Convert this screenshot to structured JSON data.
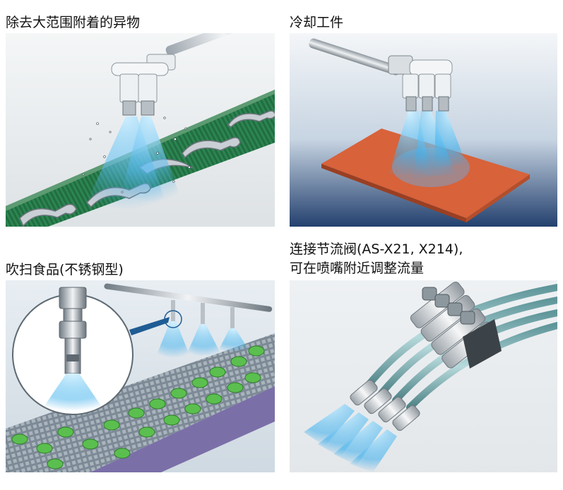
{
  "panels": [
    {
      "id": "panel-1",
      "caption_lines": [
        "除去大范围附着的异物"
      ]
    },
    {
      "id": "panel-2",
      "caption_lines": [
        "冷却工件"
      ]
    },
    {
      "id": "panel-3",
      "caption_lines": [
        "吹扫食品(不锈钢型)"
      ]
    },
    {
      "id": "panel-4",
      "caption_lines": [
        "连接节流阀(AS-X21, X214),",
        "可在喷嘴附近调整流量"
      ]
    }
  ],
  "colors": {
    "belt_green": "#1f6b3e",
    "spray_blue": "#3fa9e6",
    "workpiece_orange": "#d8623a",
    "background_grey": "#e9ecef",
    "tube_grey": "#8a96a0",
    "tube_teal": "#7fb5b8"
  }
}
